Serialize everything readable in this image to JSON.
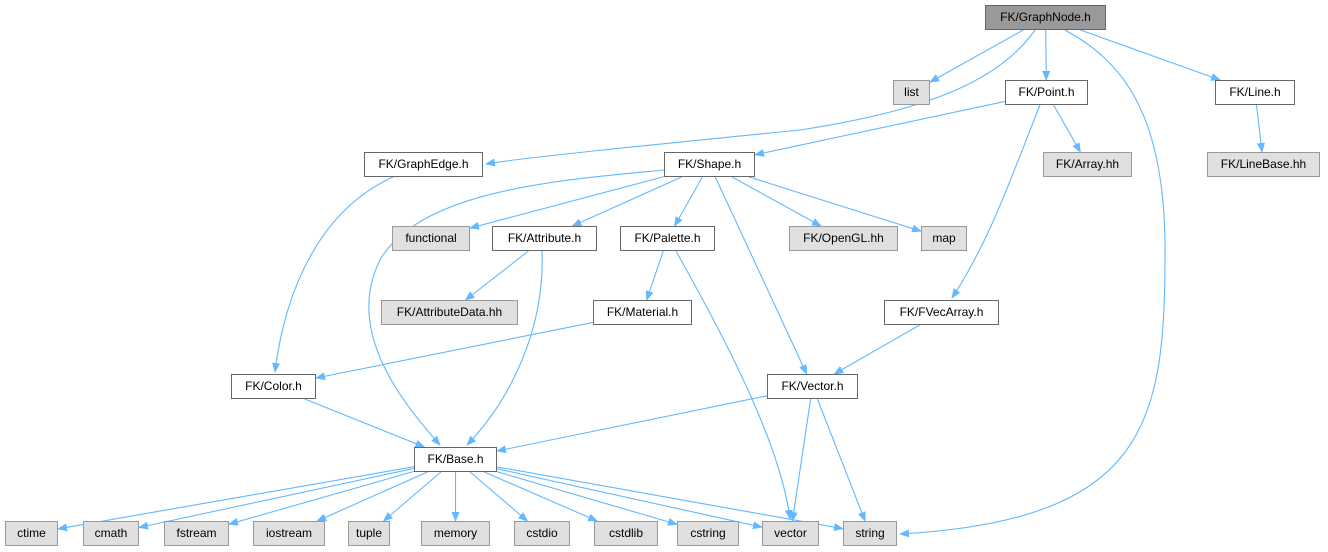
{
  "diagram": {
    "title": "FK/GraphNode.h include dependency graph",
    "colors": {
      "edge": "#63b8ff",
      "root_fill": "#999999",
      "local_fill": "#ffffff",
      "external_fill": "#e0e0e0"
    },
    "nodes": [
      {
        "id": "graphnode",
        "label": "FK/GraphNode.h",
        "kind": "root"
      },
      {
        "id": "list",
        "label": "list",
        "kind": "ext"
      },
      {
        "id": "point",
        "label": "FK/Point.h",
        "kind": "local"
      },
      {
        "id": "line",
        "label": "FK/Line.h",
        "kind": "local"
      },
      {
        "id": "graphedge",
        "label": "FK/GraphEdge.h",
        "kind": "local"
      },
      {
        "id": "shape",
        "label": "FK/Shape.h",
        "kind": "local"
      },
      {
        "id": "array",
        "label": "FK/Array.hh",
        "kind": "ext"
      },
      {
        "id": "linebase",
        "label": "FK/LineBase.hh",
        "kind": "ext"
      },
      {
        "id": "functional",
        "label": "functional",
        "kind": "ext"
      },
      {
        "id": "attribute",
        "label": "FK/Attribute.h",
        "kind": "local"
      },
      {
        "id": "palette",
        "label": "FK/Palette.h",
        "kind": "local"
      },
      {
        "id": "opengl",
        "label": "FK/OpenGL.hh",
        "kind": "ext"
      },
      {
        "id": "map",
        "label": "map",
        "kind": "ext"
      },
      {
        "id": "attributedata",
        "label": "FK/AttributeData.hh",
        "kind": "ext"
      },
      {
        "id": "material",
        "label": "FK/Material.h",
        "kind": "local"
      },
      {
        "id": "fvecarray",
        "label": "FK/FVecArray.h",
        "kind": "local"
      },
      {
        "id": "color",
        "label": "FK/Color.h",
        "kind": "local"
      },
      {
        "id": "vector_h",
        "label": "FK/Vector.h",
        "kind": "local"
      },
      {
        "id": "base",
        "label": "FK/Base.h",
        "kind": "local"
      },
      {
        "id": "ctime",
        "label": "ctime",
        "kind": "ext"
      },
      {
        "id": "cmath",
        "label": "cmath",
        "kind": "ext"
      },
      {
        "id": "fstream",
        "label": "fstream",
        "kind": "ext"
      },
      {
        "id": "iostream",
        "label": "iostream",
        "kind": "ext"
      },
      {
        "id": "tuple",
        "label": "tuple",
        "kind": "ext"
      },
      {
        "id": "memory",
        "label": "memory",
        "kind": "ext"
      },
      {
        "id": "cstdio",
        "label": "cstdio",
        "kind": "ext"
      },
      {
        "id": "cstdlib",
        "label": "cstdlib",
        "kind": "ext"
      },
      {
        "id": "cstring",
        "label": "cstring",
        "kind": "ext"
      },
      {
        "id": "vector",
        "label": "vector",
        "kind": "ext"
      },
      {
        "id": "string",
        "label": "string",
        "kind": "ext"
      }
    ],
    "edges": [
      [
        "graphnode",
        "list"
      ],
      [
        "graphnode",
        "point"
      ],
      [
        "graphnode",
        "line"
      ],
      [
        "graphnode",
        "graphedge"
      ],
      [
        "graphnode",
        "string"
      ],
      [
        "point",
        "shape"
      ],
      [
        "point",
        "array"
      ],
      [
        "point",
        "fvecarray"
      ],
      [
        "line",
        "linebase"
      ],
      [
        "graphedge",
        "color"
      ],
      [
        "shape",
        "functional"
      ],
      [
        "shape",
        "attribute"
      ],
      [
        "shape",
        "palette"
      ],
      [
        "shape",
        "opengl"
      ],
      [
        "shape",
        "map"
      ],
      [
        "shape",
        "vector_h"
      ],
      [
        "shape",
        "base"
      ],
      [
        "attribute",
        "attributedata"
      ],
      [
        "attribute",
        "base"
      ],
      [
        "palette",
        "material"
      ],
      [
        "palette",
        "vector"
      ],
      [
        "material",
        "color"
      ],
      [
        "fvecarray",
        "vector_h"
      ],
      [
        "color",
        "base"
      ],
      [
        "vector_h",
        "base"
      ],
      [
        "vector_h",
        "vector"
      ],
      [
        "vector_h",
        "string"
      ],
      [
        "base",
        "ctime"
      ],
      [
        "base",
        "cmath"
      ],
      [
        "base",
        "fstream"
      ],
      [
        "base",
        "iostream"
      ],
      [
        "base",
        "tuple"
      ],
      [
        "base",
        "memory"
      ],
      [
        "base",
        "cstdio"
      ],
      [
        "base",
        "cstdlib"
      ],
      [
        "base",
        "cstring"
      ],
      [
        "base",
        "vector"
      ],
      [
        "base",
        "string"
      ]
    ]
  }
}
